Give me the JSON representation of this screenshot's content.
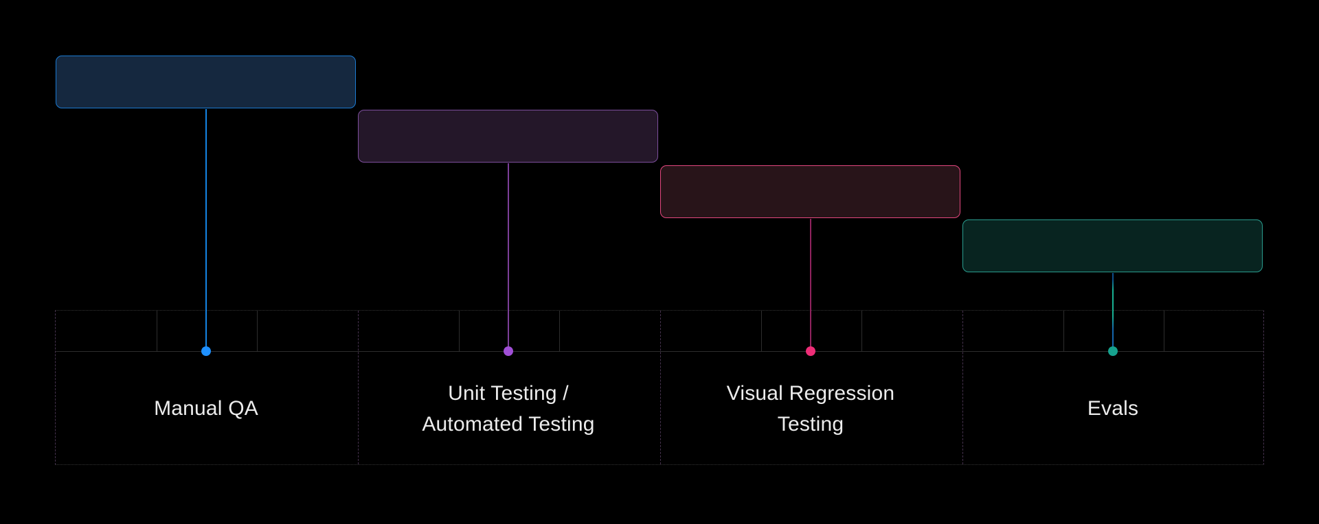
{
  "background": "#000000",
  "diagram": {
    "text_color": "#ececec",
    "grid": {
      "minor_line_color": "#2e2e2e",
      "section_divider_color": "#46324e",
      "cells_per_section": 3,
      "section_count": 4
    },
    "sections": [
      {
        "id": "manual-qa",
        "label_lines": [
          "Manual QA"
        ],
        "box_fill": "#15283f",
        "box_border": "#1b7bd3",
        "line_color": "#1585e6",
        "dot_color": "#1e90ff"
      },
      {
        "id": "unit-automated-testing",
        "label_lines": [
          "Unit Testing /",
          "Automated Testing"
        ],
        "box_fill": "#241729",
        "box_border": "#7e4f9e",
        "line_color": "#7c3f99",
        "dot_color": "#a04fd6"
      },
      {
        "id": "visual-regression-testing",
        "label_lines": [
          "Visual Regression",
          "Testing"
        ],
        "box_fill": "#281419",
        "box_border": "#e5487f",
        "line_color": "#90235e",
        "dot_color": "#ee2d77"
      },
      {
        "id": "evals",
        "label_lines": [
          "Evals"
        ],
        "box_fill": "#082420",
        "box_border": "#2a9d8f",
        "line_color": "#18b193",
        "line_gradient": [
          "#0d508c",
          "#18b193",
          "#1566ad"
        ],
        "dot_color": "#16a28e"
      }
    ]
  }
}
